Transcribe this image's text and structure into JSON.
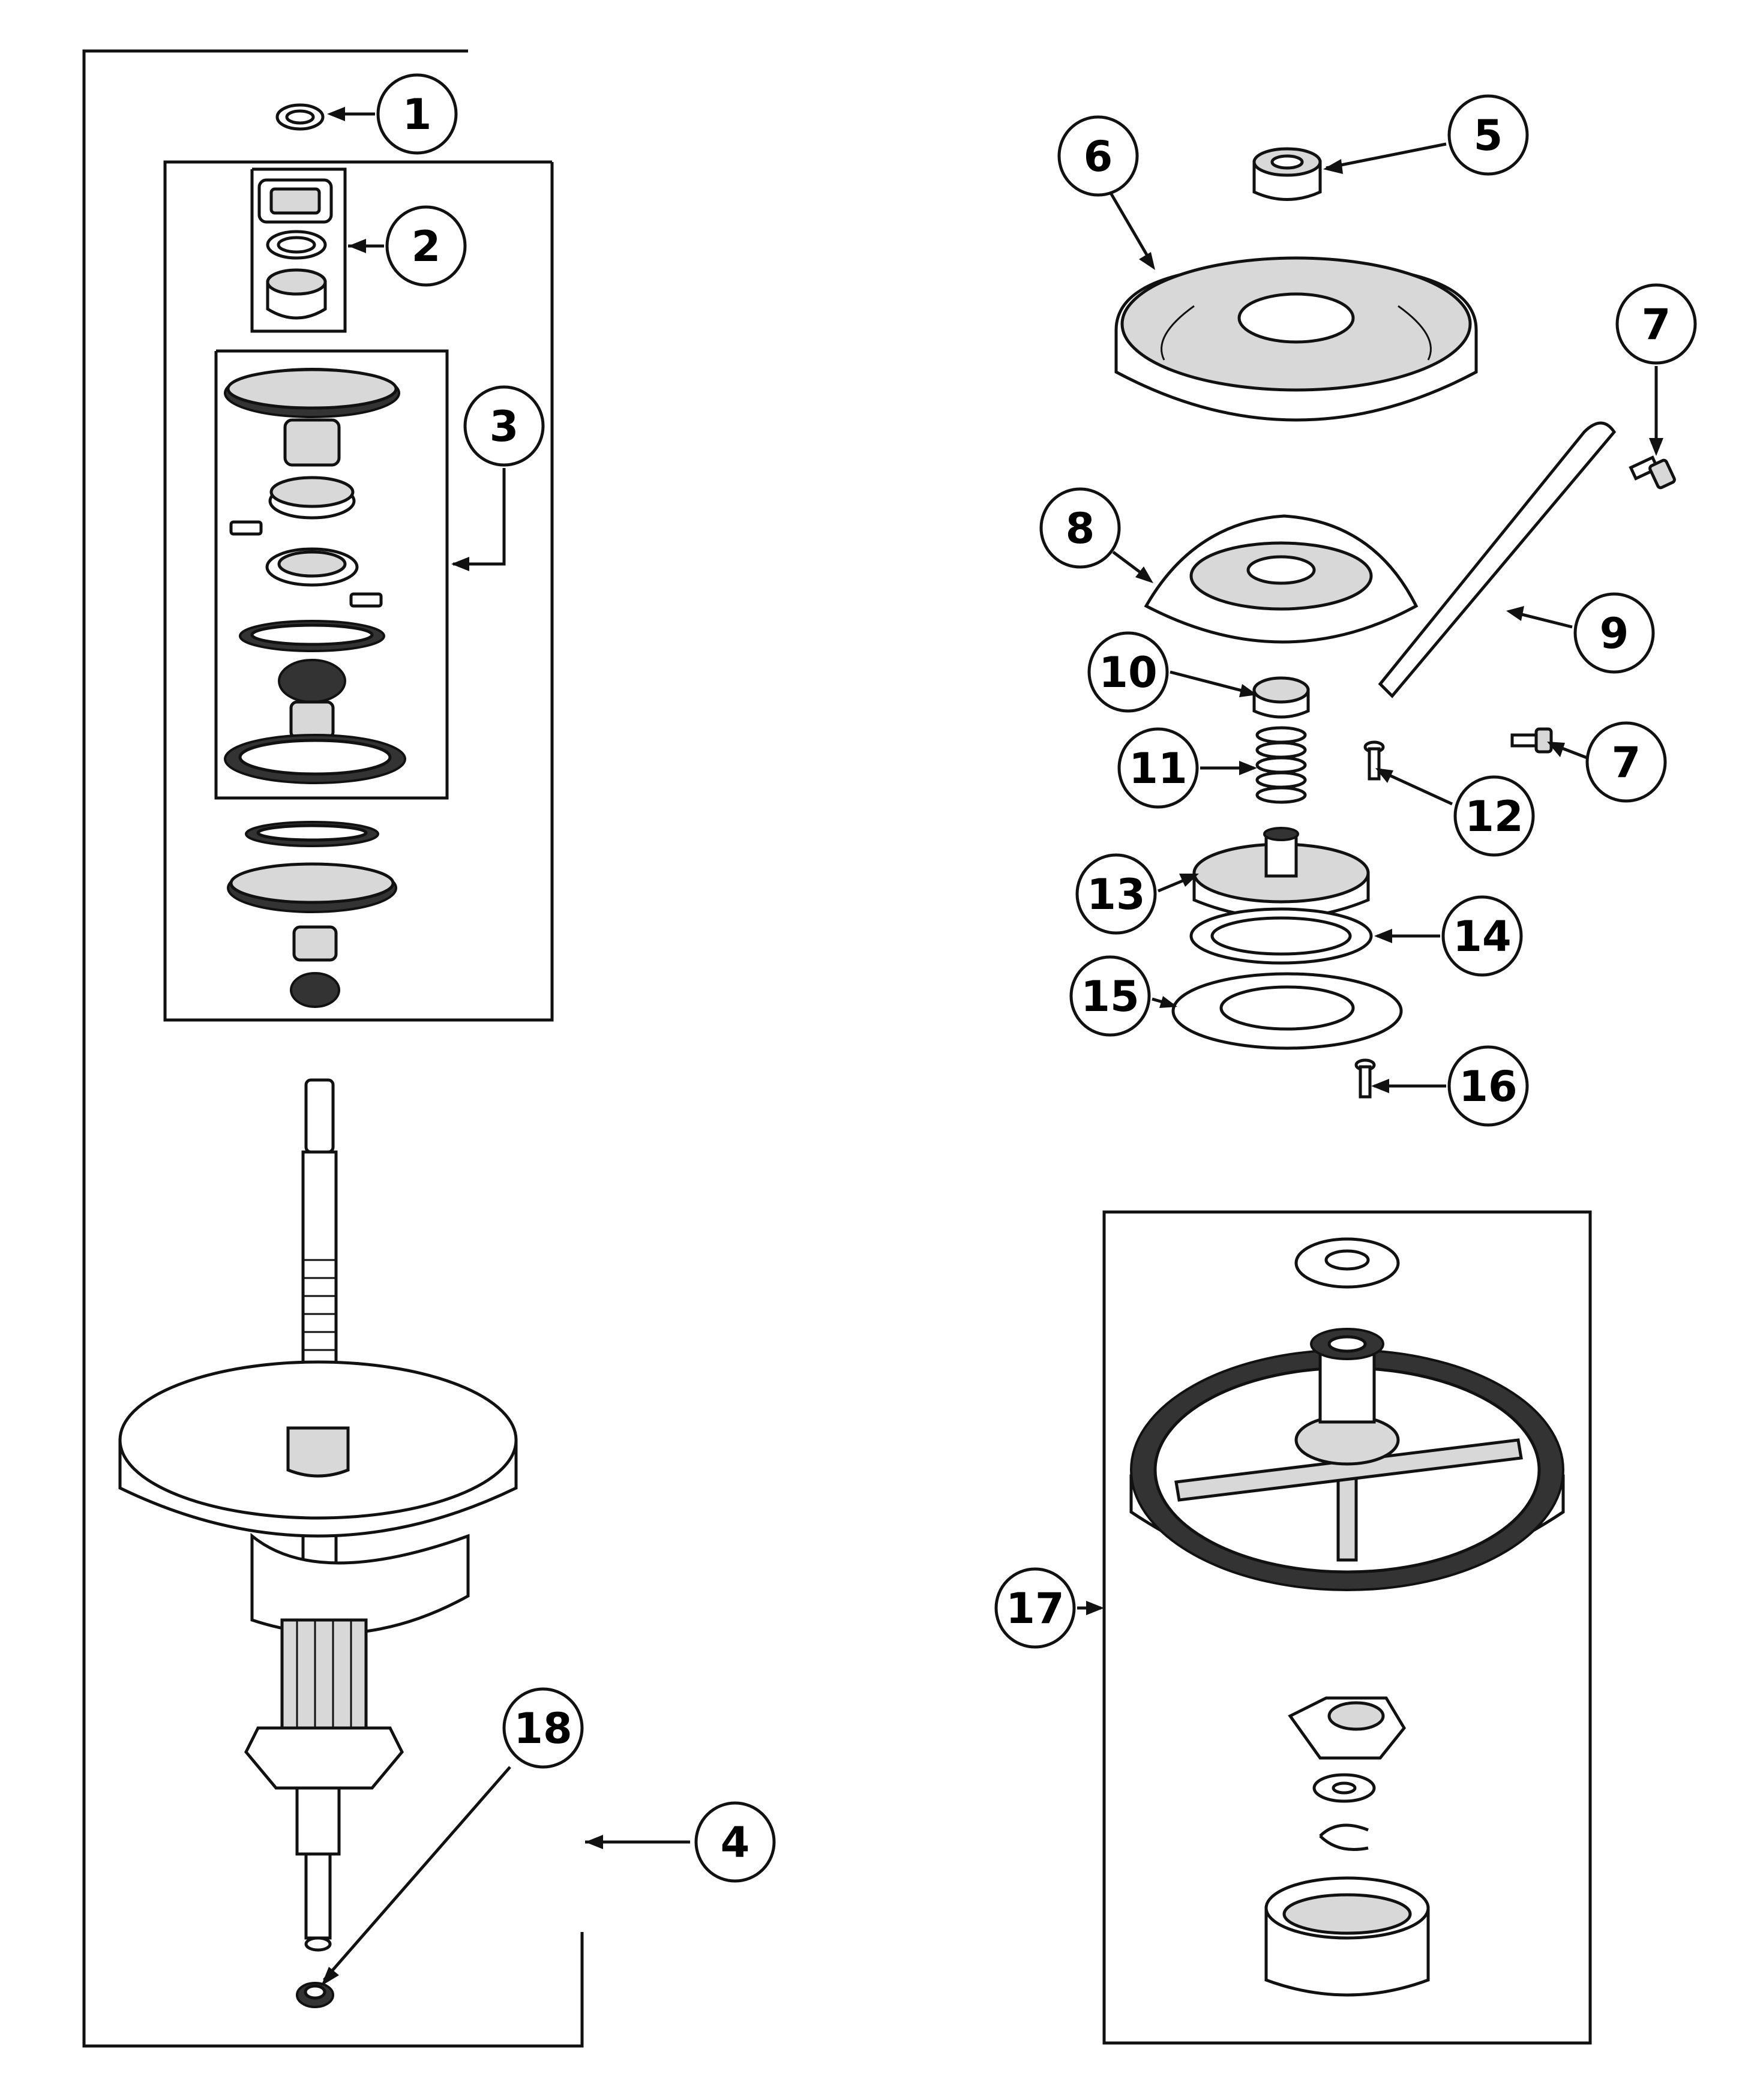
{
  "callouts": [
    {
      "id": "1",
      "label": "1"
    },
    {
      "id": "2",
      "label": "2"
    },
    {
      "id": "3",
      "label": "3"
    },
    {
      "id": "4",
      "label": "4"
    },
    {
      "id": "5",
      "label": "5"
    },
    {
      "id": "6",
      "label": "6"
    },
    {
      "id": "7a",
      "label": "7"
    },
    {
      "id": "7b",
      "label": "7"
    },
    {
      "id": "8",
      "label": "8"
    },
    {
      "id": "9",
      "label": "9"
    },
    {
      "id": "10",
      "label": "10"
    },
    {
      "id": "11",
      "label": "11"
    },
    {
      "id": "12",
      "label": "12"
    },
    {
      "id": "13",
      "label": "13"
    },
    {
      "id": "14",
      "label": "14"
    },
    {
      "id": "15",
      "label": "15"
    },
    {
      "id": "16",
      "label": "16"
    },
    {
      "id": "17",
      "label": "17"
    },
    {
      "id": "18",
      "label": "18"
    }
  ]
}
